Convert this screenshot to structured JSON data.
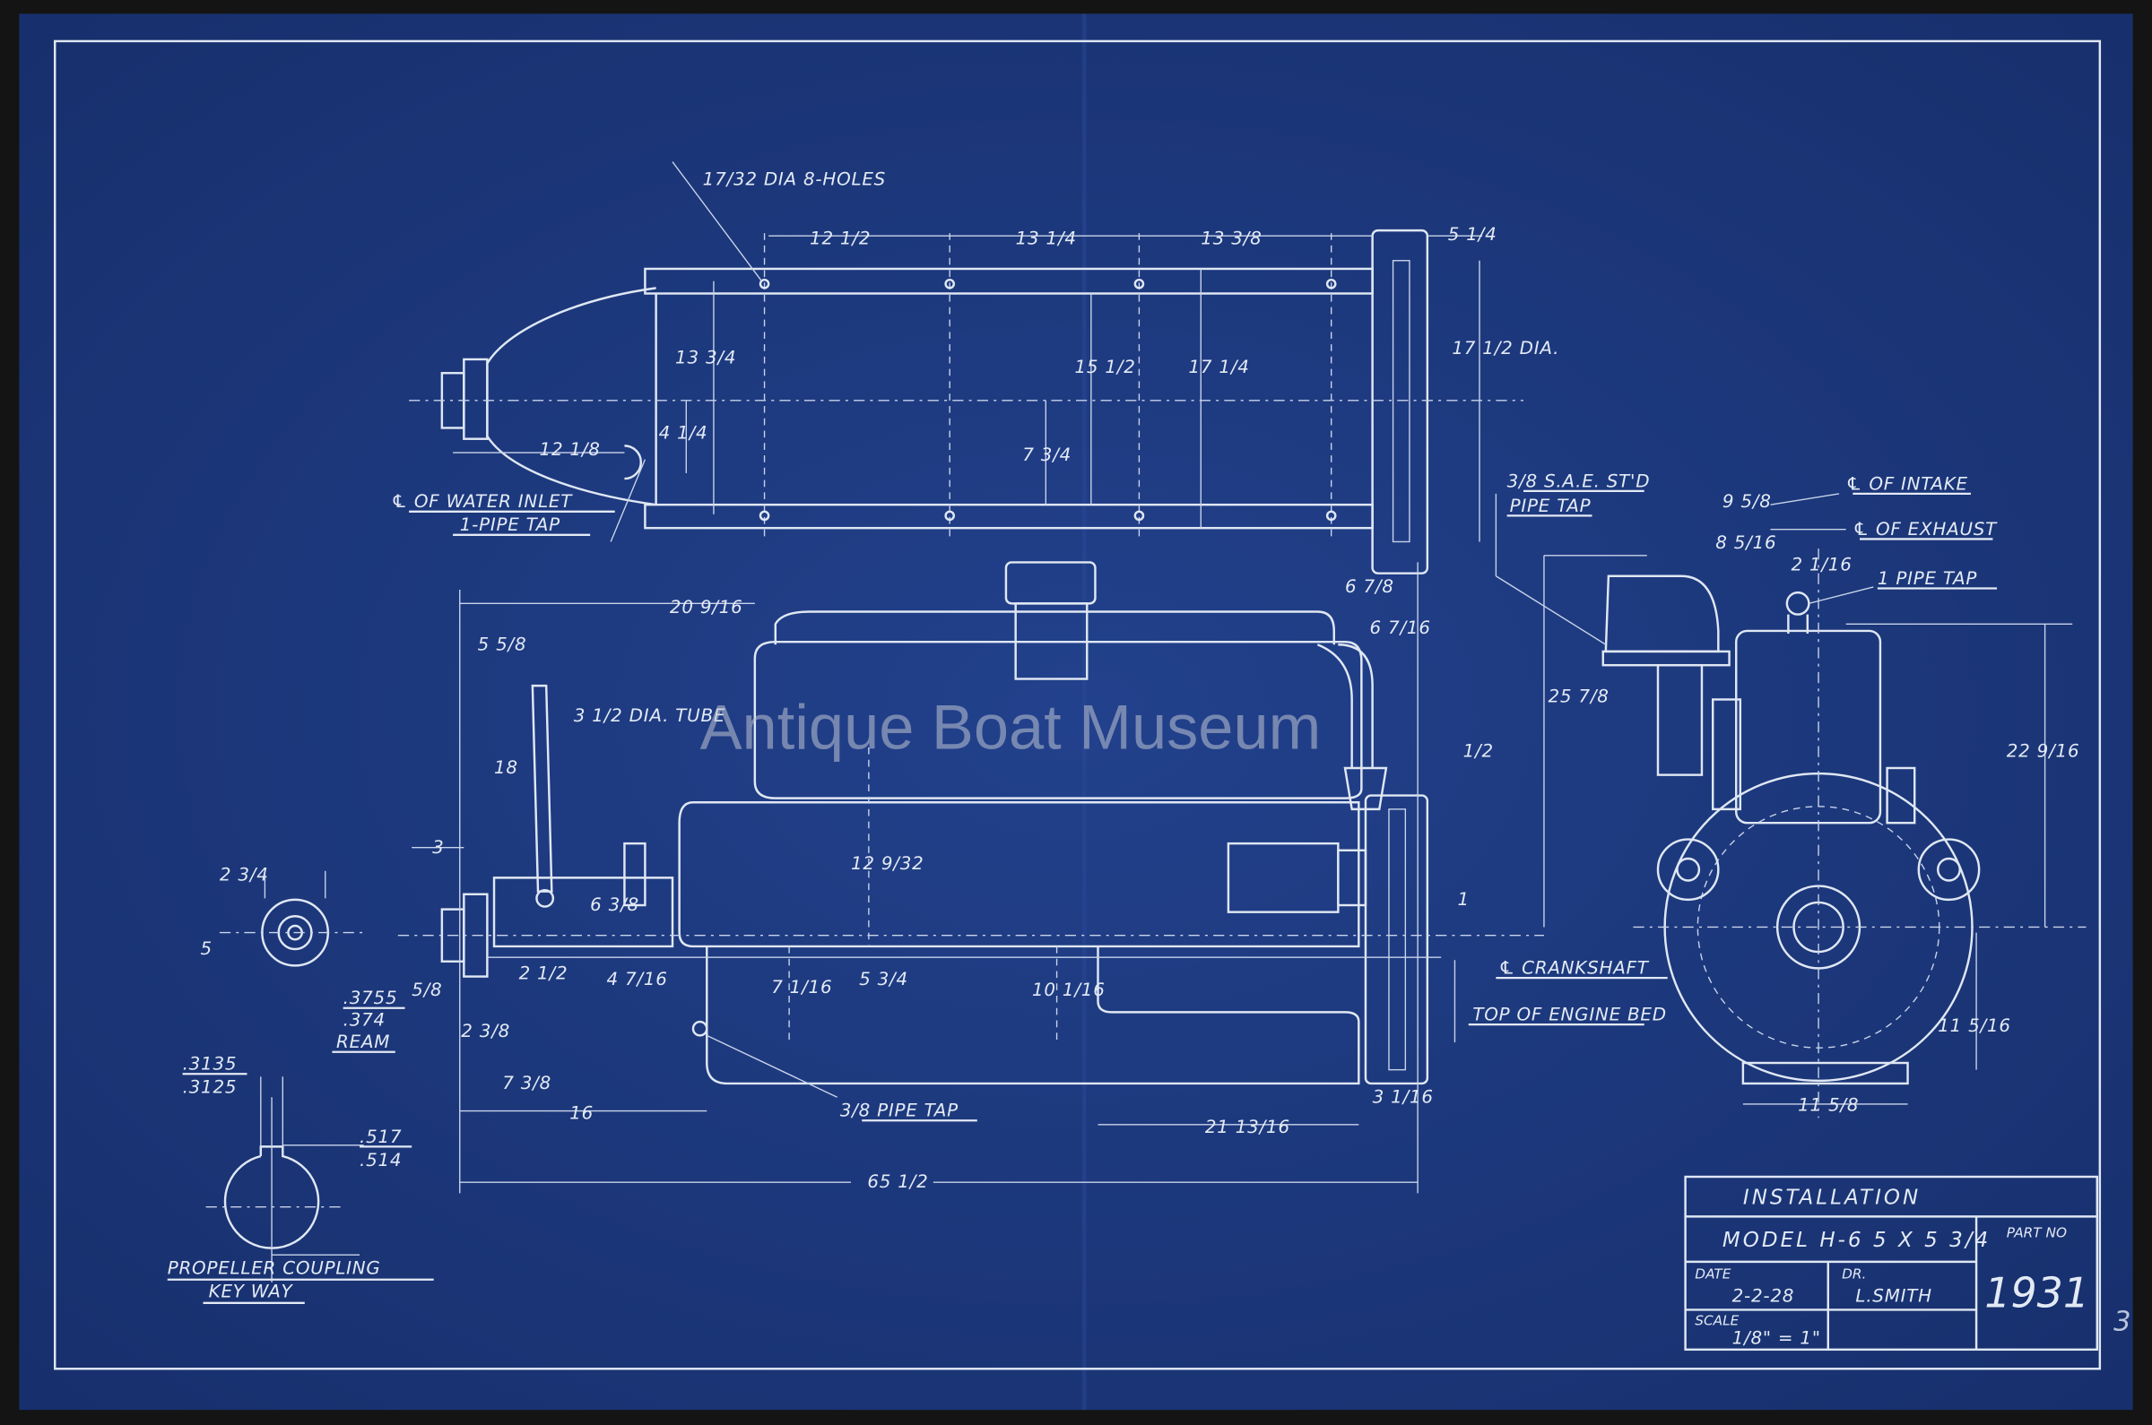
{
  "colors": {
    "paper": "#1e3a82",
    "paper_dark": "#172f6c",
    "ink": "#e3eaf5",
    "background": "#141414"
  },
  "watermark": "Antique Boat Museum",
  "sheet_mark": "3",
  "top_view": {
    "labels": [
      "17/32 DIA 8-HOLES",
      "12 1/2",
      "13 1/4",
      "13 3/8",
      "5 1/4",
      "13 3/4",
      "15 1/2",
      "17 1/4",
      "17 1/2 DIA.",
      "4 1/4",
      "12 1/8",
      "7 3/4"
    ],
    "water_inlet_label": "℄ OF WATER INLET",
    "water_inlet_tap": "1-PIPE TAP"
  },
  "side_view": {
    "labels": [
      "20 9/16",
      "6 7/8",
      "6 7/16",
      "5 5/8",
      "3 1/2 DIA. TUBE",
      "18",
      "1/2",
      "3",
      "12 9/32",
      "6 3/8",
      "2 3/4",
      "5",
      "1",
      "2 1/2",
      "4 7/16",
      "7 1/16",
      "5 3/4",
      "10 1/16",
      "5/8",
      "2 3/8",
      "7 3/8",
      "16",
      "3/8 PIPE TAP",
      "21 13/16",
      "3 1/16",
      "65 1/2"
    ],
    "ream_upper": ".3755",
    "ream_lower": ".374",
    "ream_label": "REAM",
    "crankshaft_label": "℄ CRANKSHAFT",
    "engine_bed_label": "TOP OF ENGINE BED"
  },
  "end_view": {
    "sae_label": "3/8 S.A.E. ST'D",
    "sae_tap": "PIPE TAP",
    "intake_label": "℄ OF INTAKE",
    "exhaust_label": "℄ OF EXHAUST",
    "pipe_tap_label": "1 PIPE TAP",
    "labels": [
      "9 5/8",
      "8 5/16",
      "2 1/16",
      "25 7/8",
      "22 9/16",
      "11 5/16",
      "11 5/8"
    ]
  },
  "keyway": {
    "width_upper": ".3135",
    "width_lower": ".3125",
    "depth_upper": ".517",
    "depth_lower": ".514",
    "title": "PROPELLER COUPLING",
    "subtitle": "KEY WAY"
  },
  "title_block": {
    "title": "INSTALLATION",
    "model": "MODEL H-6  5 X 5 3/4",
    "part_no_label": "PART NO",
    "part_no": "1931",
    "date_label": "DATE",
    "date": "2-2-28",
    "drawn_by_label": "DR.",
    "drawn_by": "L.SMITH",
    "scale_label": "SCALE",
    "scale": "1/8\" = 1\""
  }
}
